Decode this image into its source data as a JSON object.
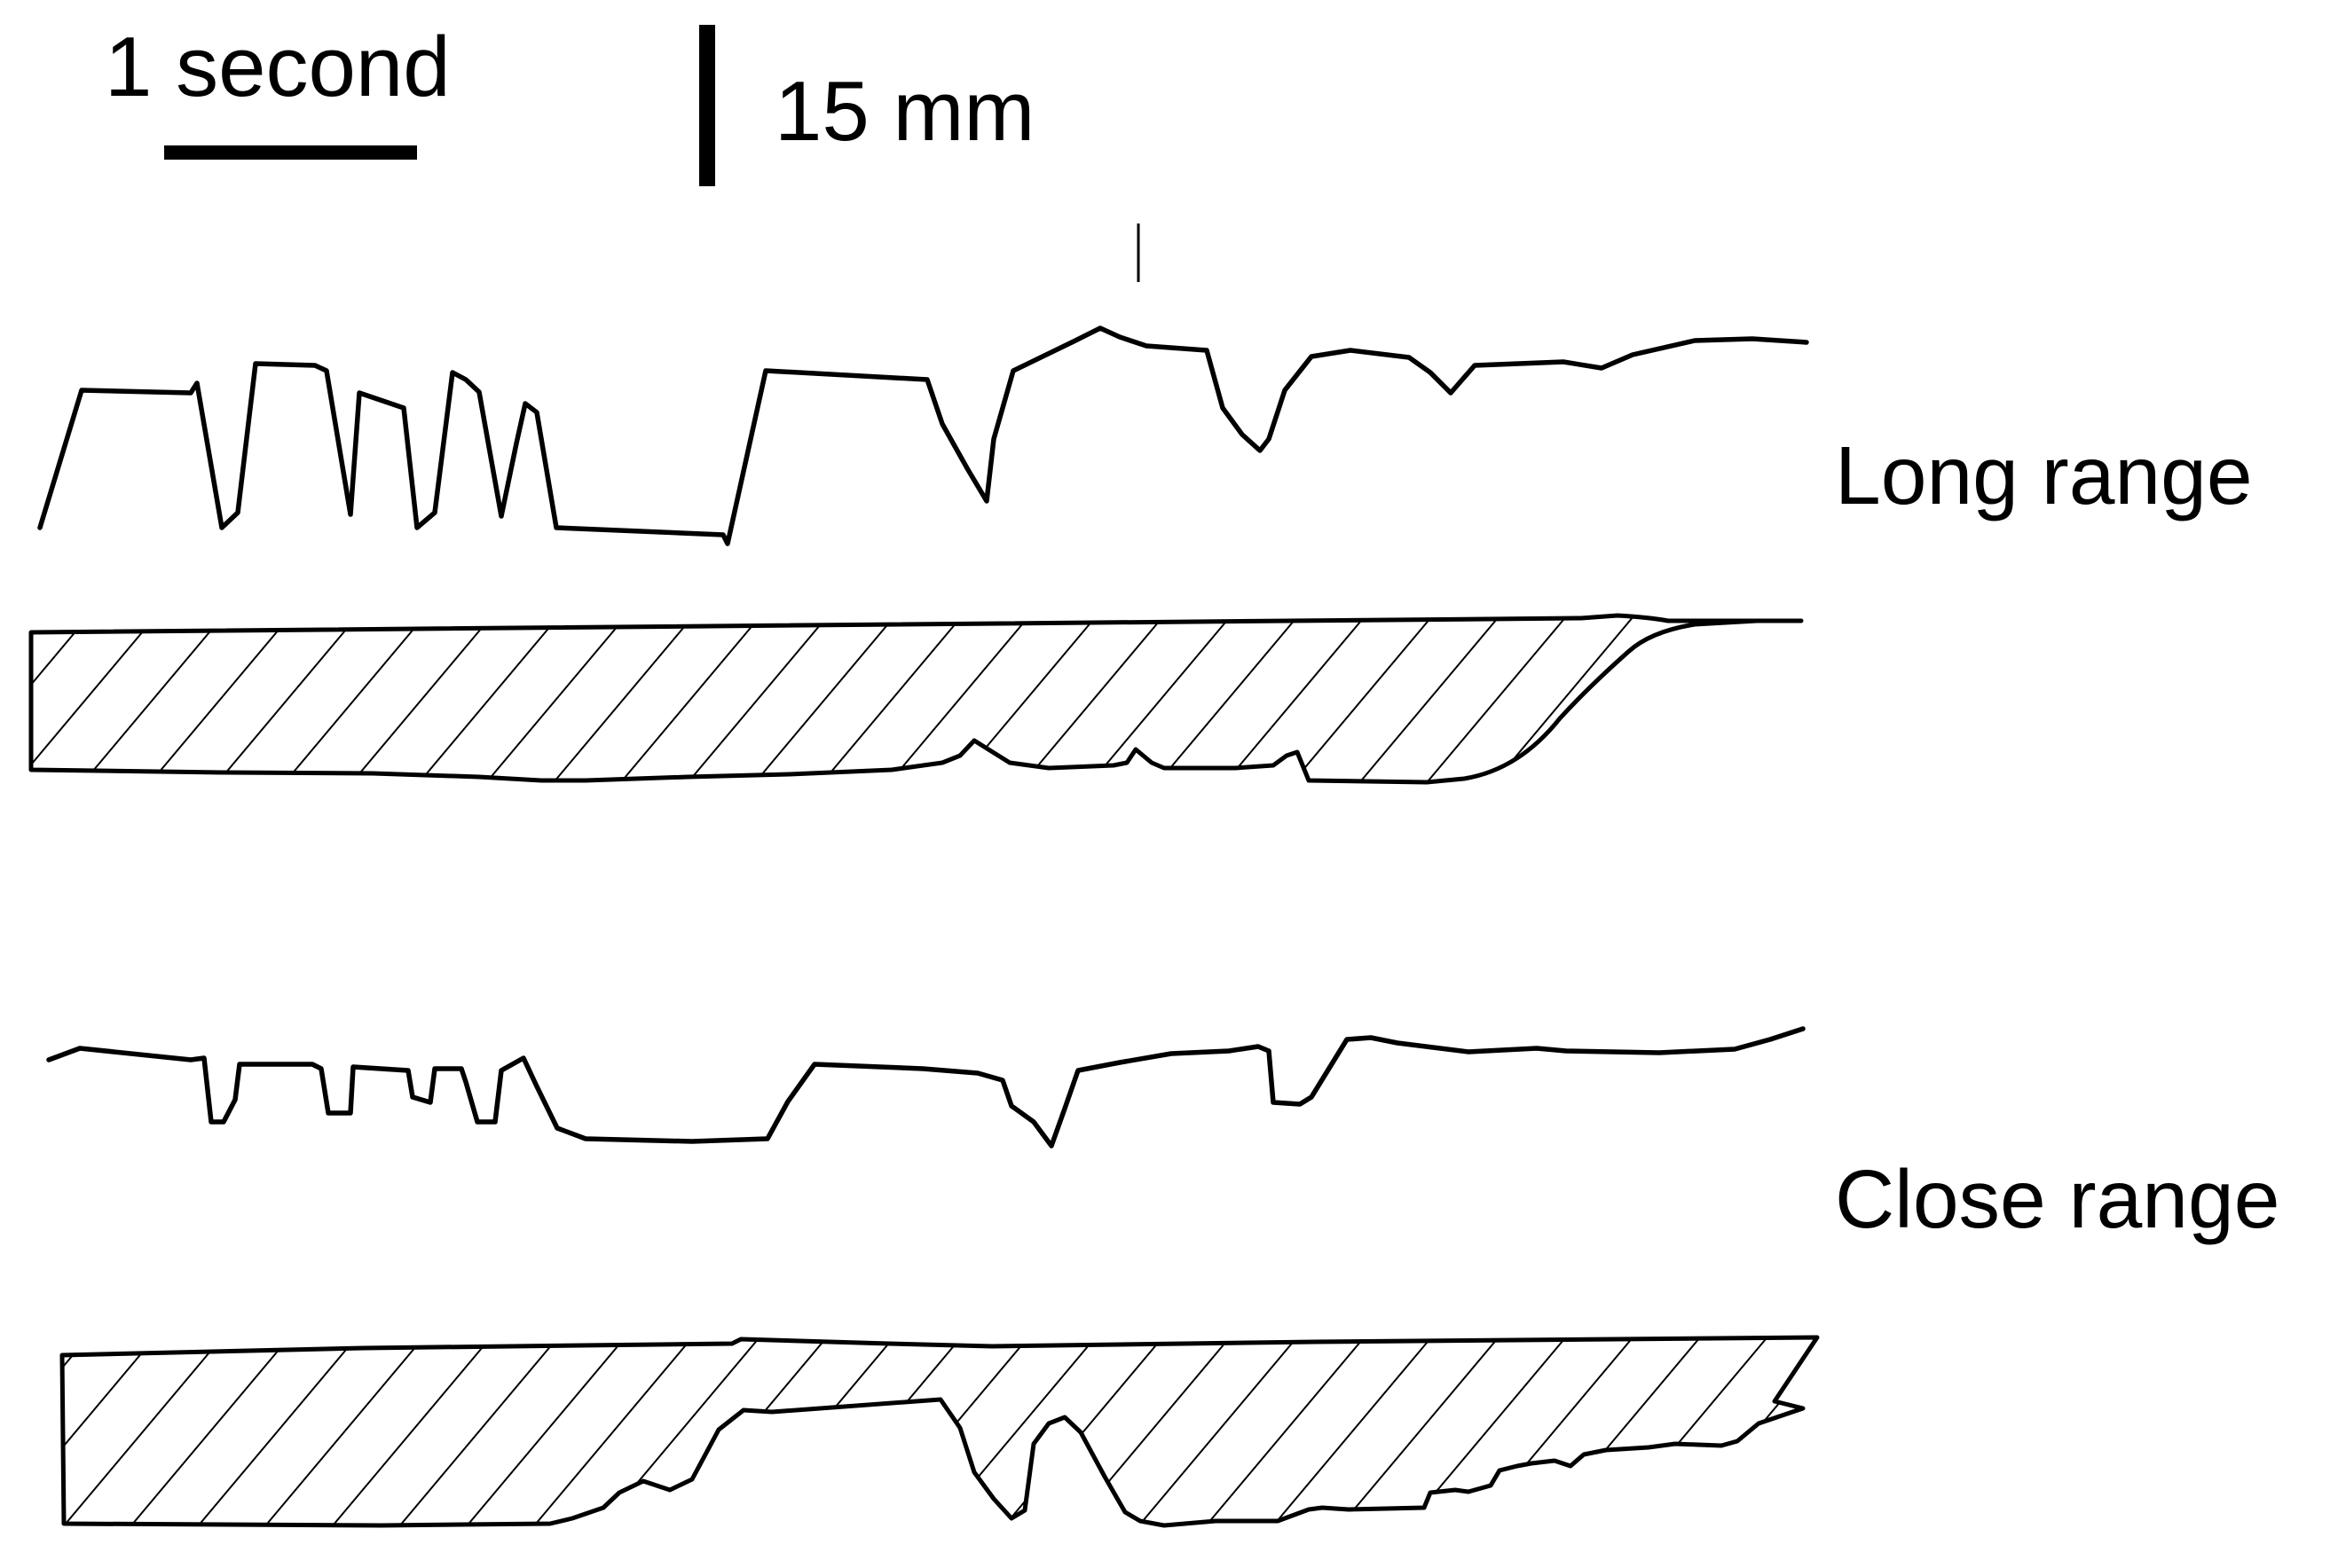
{
  "scale": {
    "time_label": "1 second",
    "distance_label": "15 mm"
  },
  "rows": {
    "long_range": {
      "label": "Long range"
    },
    "close_range": {
      "label": "Close range"
    }
  },
  "colors": {
    "ink": "#000000",
    "background": "#ffffff"
  }
}
